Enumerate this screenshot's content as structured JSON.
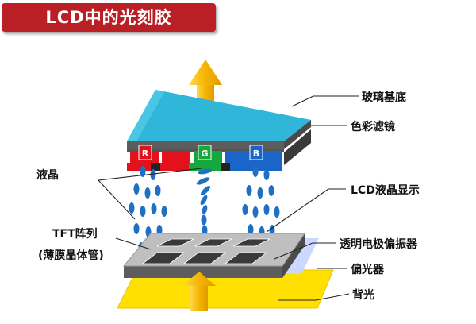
{
  "title": "LCD中的光刻胶",
  "labels": {
    "glass_substrate": "玻璃基底",
    "color_filter": "色彩滤镜",
    "liquid_crystal": "液晶",
    "lcd_display": "LCD液晶显示",
    "tft_array": "TFT阵列",
    "tft_array_note": "(薄膜晶体管)",
    "transparent_electrode_polarizer": "透明电极偏振器",
    "polarizer": "偏光器",
    "backlight": "背光"
  },
  "filter_letters": {
    "red": "R",
    "green": "G",
    "blue": "B"
  },
  "colors": {
    "banner": "#ba1f26",
    "arrow": "#f6b400",
    "glass": "#2fb6d9",
    "red": "#e3111b",
    "green": "#15a83c",
    "blue": "#1a66c8",
    "crystal": "#1f6fc2",
    "backlight": "#ffe000"
  }
}
